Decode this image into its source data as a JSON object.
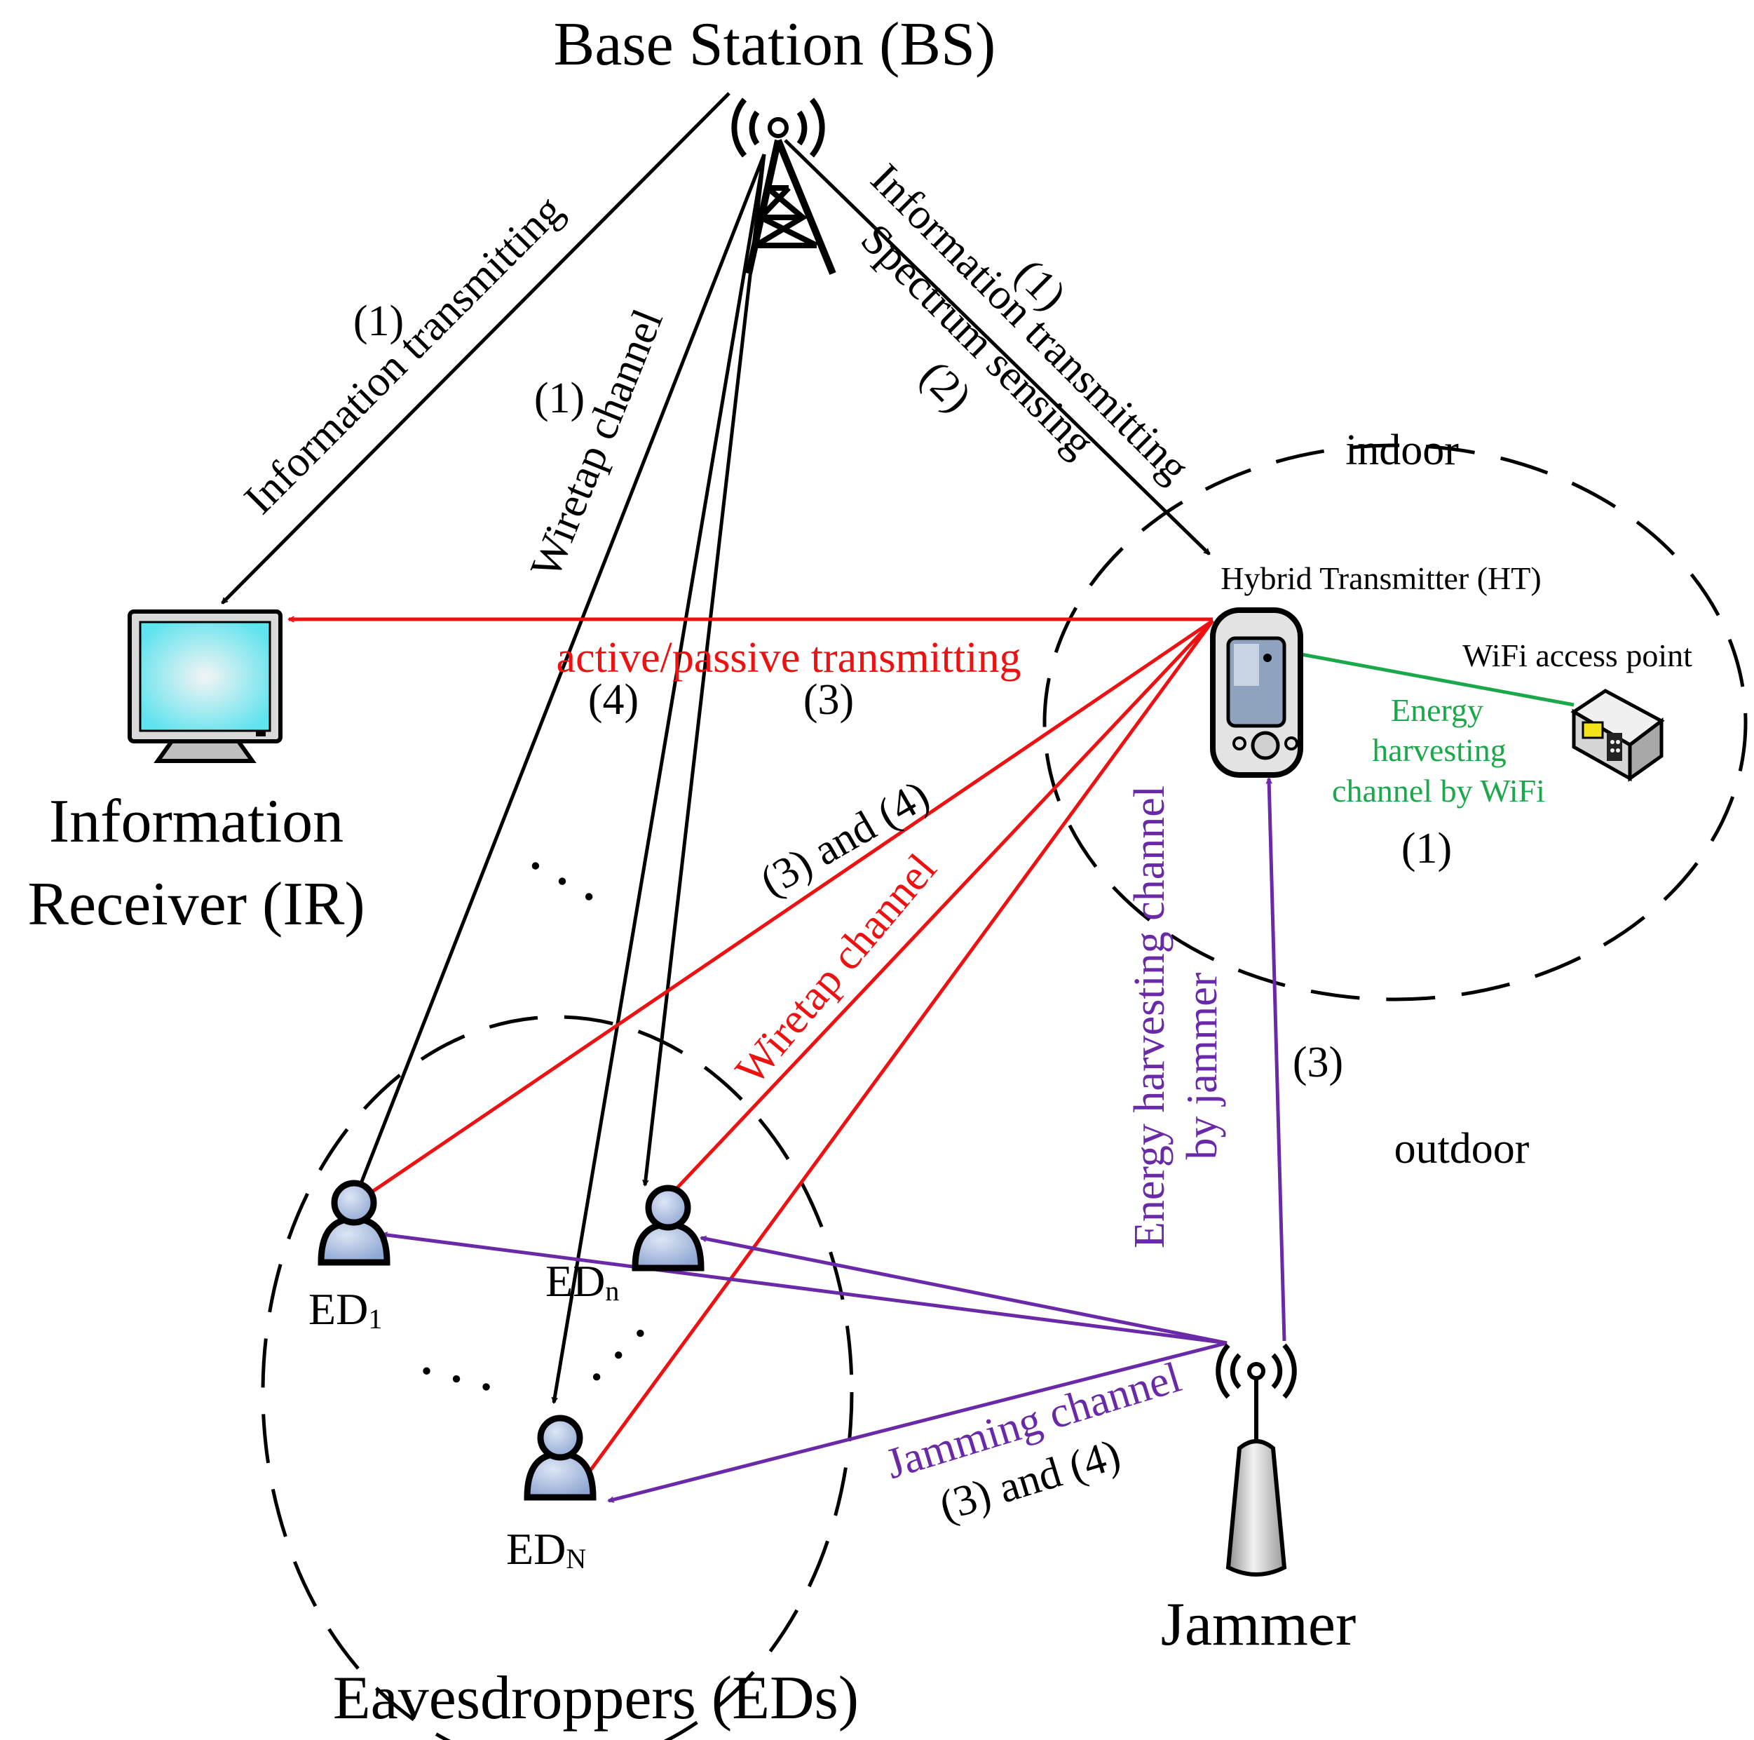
{
  "nodes": {
    "base_station": "Base Station (BS)",
    "info_receiver_line1": "Information",
    "info_receiver_line2": "Receiver (IR)",
    "hybrid_transmitter": "Hybrid Transmitter (HT)",
    "wifi_access_point": "WiFi access point",
    "jammer": "Jammer",
    "eavesdroppers": "Eavesdroppers (EDs)",
    "ed1": {
      "base": "ED",
      "sub": "1"
    },
    "edn": {
      "base": "ED",
      "sub": "n"
    },
    "edN": {
      "base": "ED",
      "sub": "N"
    }
  },
  "regions": {
    "indoor": "indoor",
    "outdoor": "outdoor"
  },
  "links": {
    "bs_ir_label": "Information transmitting",
    "bs_ir_step": "(1)",
    "bs_ed_label": "Wiretap channel",
    "bs_ed_step": "(1)",
    "bs_ht_label1": "Information transmitting",
    "bs_ht_step1": "(1)",
    "bs_ht_label2": "Spectrum sensing",
    "bs_ht_step2": "(2)",
    "ht_ir_label": "active/passive transmitting",
    "ht_ir_step_a": "(4)",
    "ht_ir_step_b": "(3)",
    "ht_ed_label": "Wiretap channel",
    "ht_ed_step": "(3) and (4)",
    "wifi_ht_line1": "Energy",
    "wifi_ht_line2": "harvesting",
    "wifi_ht_line3": "channel by WiFi",
    "wifi_ht_step": "(1)",
    "jam_ht_line1": "Energy harvesting channel",
    "jam_ht_line2": "by jammer",
    "jam_ht_step": "(3)",
    "jam_ed_label": "Jamming channel",
    "jam_ed_step": "(3) and (4)"
  },
  "ellipsis": ". . .",
  "colors": {
    "black": "#000000",
    "red": "#ee1111",
    "purple": "#6a2aa8",
    "green": "#1aa84a",
    "screen": "#5fe3ee",
    "person": "#9fb4da"
  }
}
